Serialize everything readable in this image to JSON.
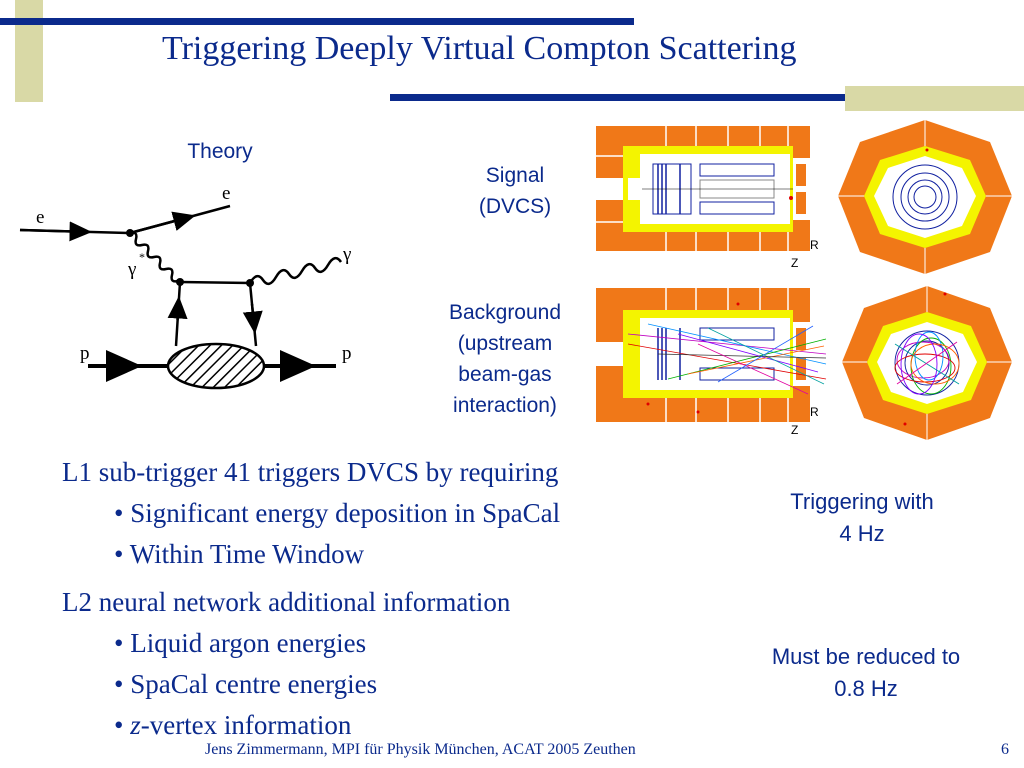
{
  "title": "Triggering Deeply Virtual Compton Scattering",
  "diagram": {
    "heading": "Theory",
    "labels": {
      "e_in": "e",
      "e_out": "e",
      "gamma_star": "γ",
      "star": "*",
      "gamma_out": "γ",
      "p_in": "p",
      "p_out": "p"
    }
  },
  "events": {
    "signal_label": [
      "Signal",
      "(DVCS)"
    ],
    "background_label": [
      "Background",
      "(upstream",
      "beam-gas",
      "interaction)"
    ],
    "axis_z": "Z",
    "axis_r": "R"
  },
  "bullets": {
    "l1_heading": "L1 sub-trigger 41 triggers DVCS by requiring",
    "l1_items": [
      "• Significant energy deposition in SpaCal",
      "• Within Time Window"
    ],
    "l2_heading": "L2 neural network additional information",
    "l2_items": [
      "• Liquid argon energies",
      "• SpaCal centre energies"
    ],
    "l2_last_bullet": "• ",
    "l2_last_italic": "z",
    "l2_last_rest": "-vertex information"
  },
  "notes": {
    "trigger_rate": [
      "Triggering with",
      "4 Hz"
    ],
    "reduced_rate": [
      "Must be reduced to",
      "0.8 Hz"
    ]
  },
  "footer": "Jens Zimmermann, MPI für Physik München, ACAT 2005 Zeuthen",
  "page_number": "6",
  "colors": {
    "navy": "#0b2a8c",
    "khaki": "#d9d9a6",
    "orange": "#f07818",
    "yellow": "#f4f400"
  }
}
